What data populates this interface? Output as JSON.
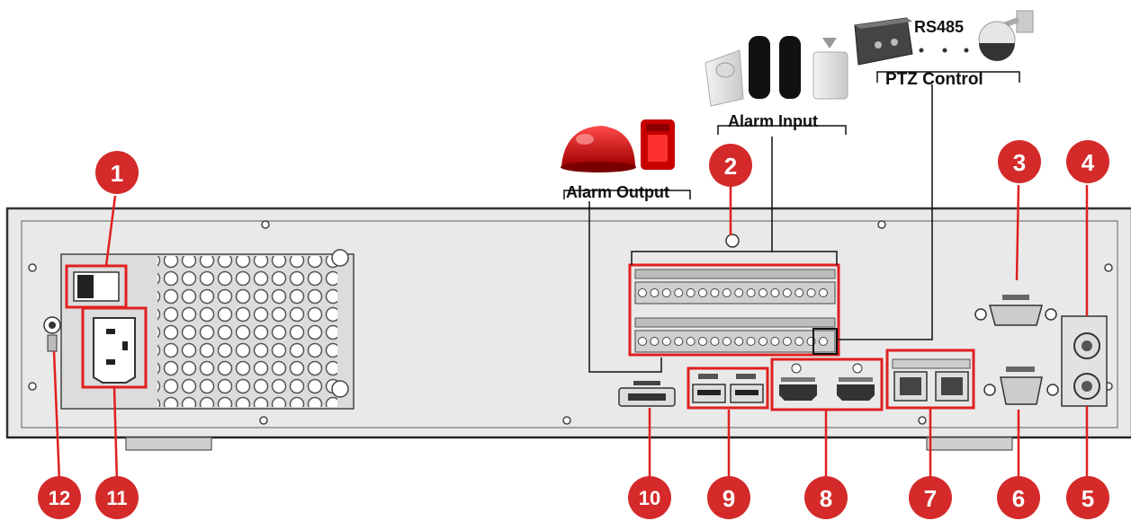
{
  "labels": {
    "alarm_output": "Alarm Output",
    "alarm_input": "Alarm Input",
    "ptz_control": "PTZ Control",
    "rs485": "RS485"
  },
  "callouts": [
    "1",
    "2",
    "3",
    "4",
    "5",
    "6",
    "7",
    "8",
    "9",
    "10",
    "11",
    "12"
  ],
  "colors": {
    "callout": "#d42a2a",
    "highlight": "#e02020",
    "panel": "#e9e9e9",
    "panel_edge": "#333333"
  }
}
